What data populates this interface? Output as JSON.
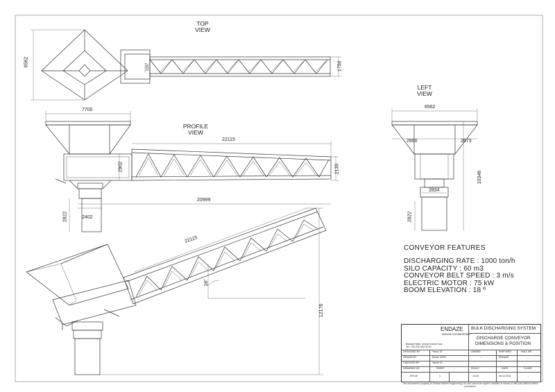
{
  "views": {
    "top": {
      "title_line1": "TOP",
      "title_line2": "VIEW",
      "dim_height": "6562",
      "dim_width_small": "1750",
      "dim_small_inner": "2257"
    },
    "profile": {
      "title_line1": "PROFILE",
      "title_line2": "VIEW",
      "dim_hopper_width": "7700",
      "dim_boom_length": "22115",
      "dim_hopper_drop": "2902",
      "dim_boom_height": "2135",
      "dim_total_length": "20999",
      "dim_base_width": "2402",
      "dim_base_height": "2822"
    },
    "left": {
      "title_line1": "LEFT",
      "title_line2": "VIEW",
      "dim_width": "6562",
      "dim_left": "2890",
      "dim_right": "2673",
      "dim_total_height": "10346",
      "dim_base": "2834",
      "dim_base_height": "2822"
    },
    "iso": {
      "dim_boom_length": "22115",
      "dim_angle": "18°",
      "dim_total_height": "12176"
    }
  },
  "features": {
    "title": "CONVEYOR FEATURES",
    "items": [
      "DISCHARGING RATE : 1000 ton/h",
      "SILO CAPACITY : 60 m3",
      "CONVEYOR BELT SPEED : 3 m/s",
      "ELECTRIC MOTOR : 75 kW",
      "BOOM ELEVATION : 18 º"
    ]
  },
  "title_block": {
    "company": "ENDAZE",
    "company_sub": "MARINE ENGINEERING",
    "project": "BULK DISCHARGING SYSTEM",
    "drawing_title_1": "DISCHARGE CONVEYOR",
    "drawing_title_2": "DIMENSIONS & POSITION",
    "address": "Bostanli Mah. Cemal Gursel Cad.",
    "phone": "Tel: +90 232 000 00 00",
    "rows": {
      "designed_by_label": "DESIGNED BY",
      "designed_by": "Yavuz Ol",
      "drawn_by_label": "DRAWN BY",
      "drawn_by": "Murat YAĞLI",
      "checked_by_label": "CHECKED BY",
      "checked_by": "Yavuz Ol",
      "owner_label": "OWNER",
      "owner": "-",
      "shipyard_label": "SHIPYARD",
      "shipyard": "ENDAZE",
      "hull_no_label": "HULL NR",
      "hull_no": "-"
    },
    "bottom": {
      "drawing_no_label": "DRAWING NO",
      "drawing_no": "EP128",
      "sheet_label": "SHEET",
      "sheet": "1",
      "scale_label": "SCALE",
      "scale": "1/120",
      "date_label": "DATE",
      "date": "26.12.2011",
      "class_label": "CLASS",
      "class": "-"
    },
    "footnote": "This document is property of Endaze Marine Engineering Ltd. and cannot be copied, modified or shown to third part without written permission."
  },
  "colors": {
    "line": "#333333",
    "paper": "#ffffff"
  }
}
